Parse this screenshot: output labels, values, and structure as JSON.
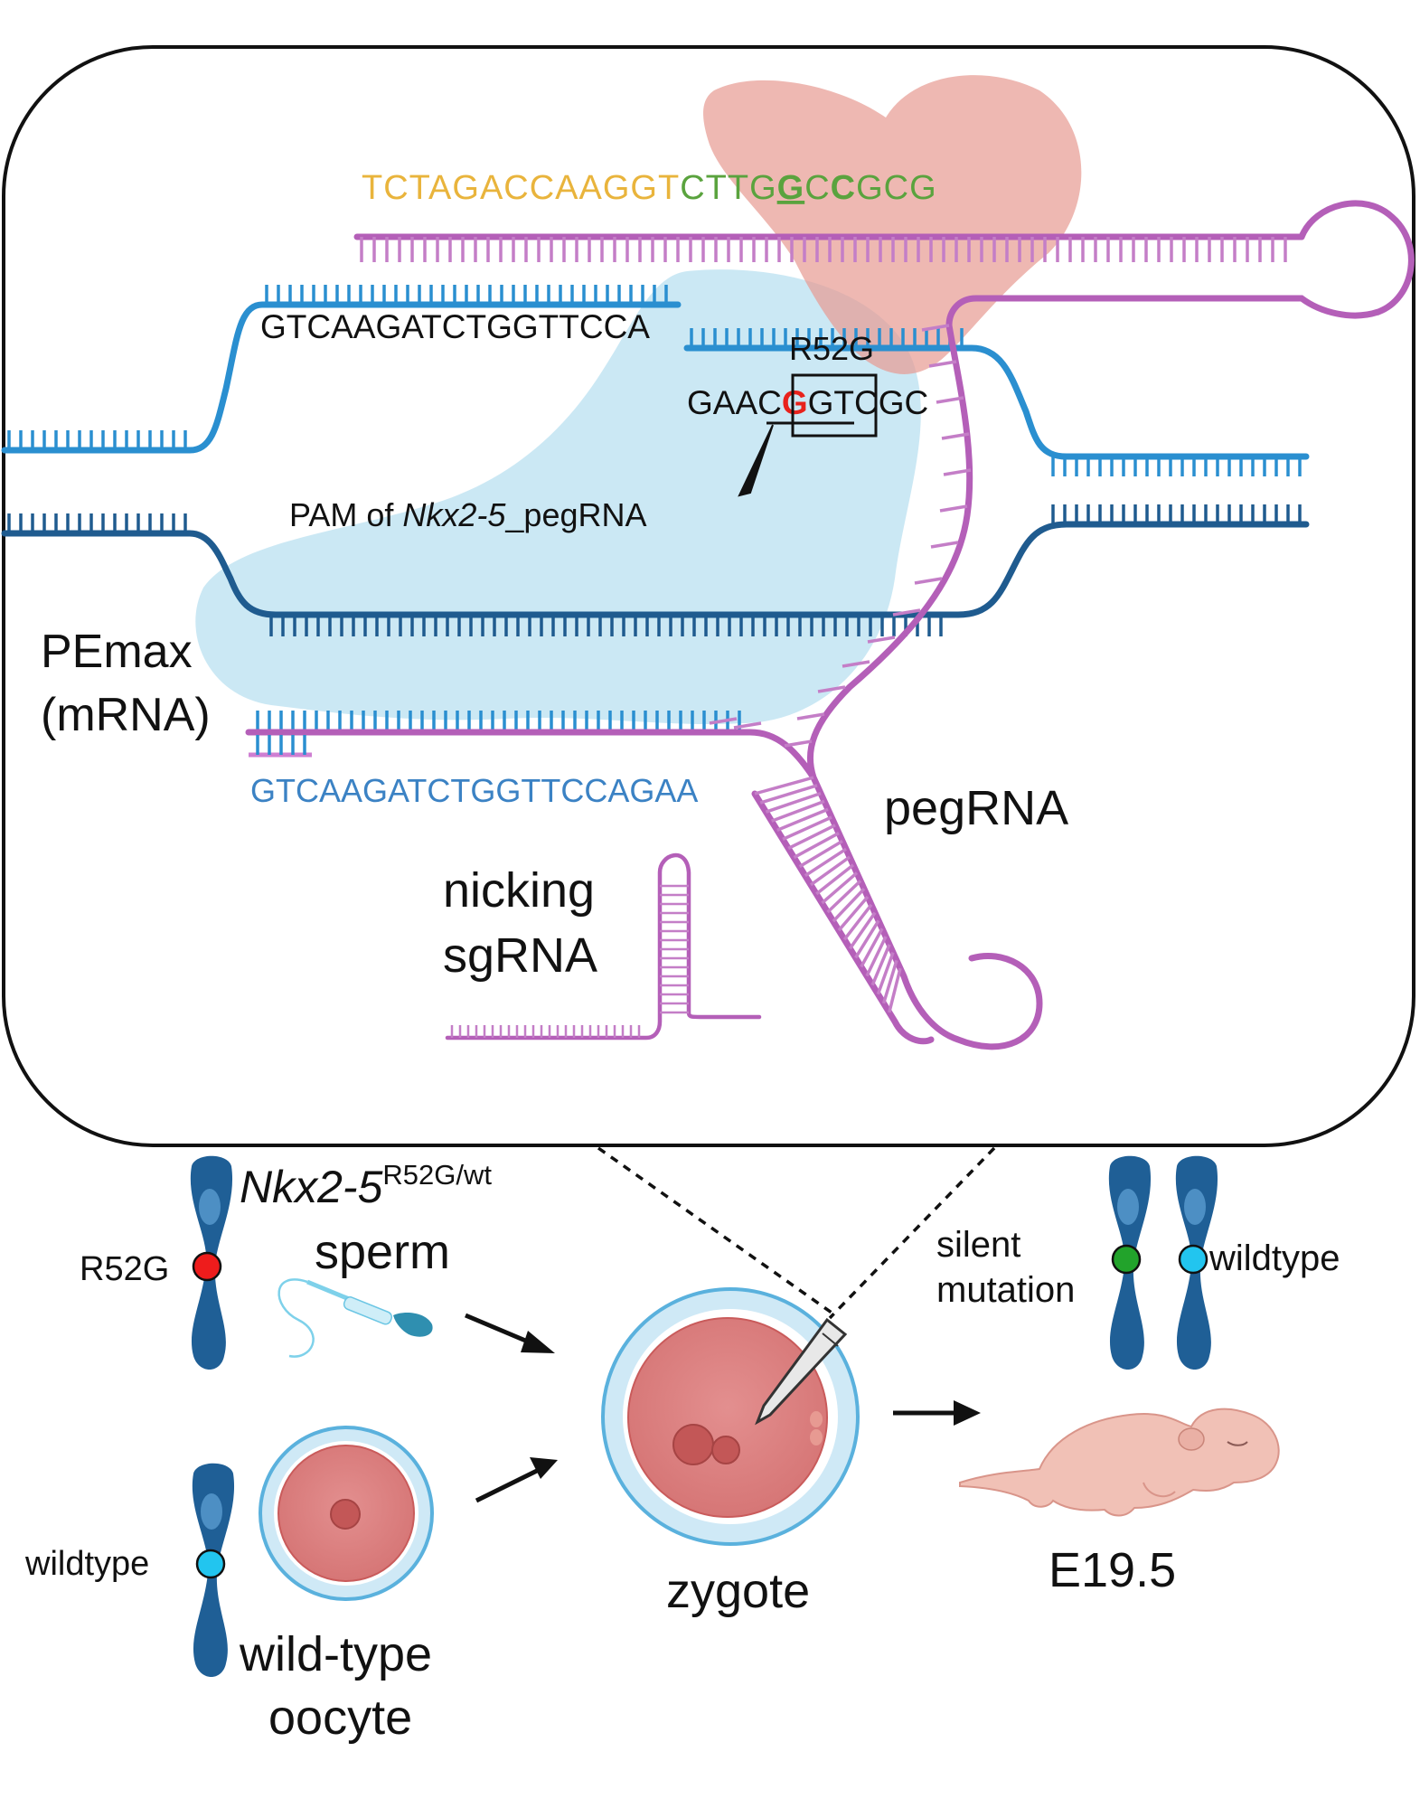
{
  "pegrna_template_seq": {
    "part_orange": "TCTAGACCAAGGT",
    "part_green_1": "CTTG",
    "part_green_bold_1": "G",
    "part_green_2": "C",
    "part_green_bold_2": "C",
    "part_green_3": "GCG"
  },
  "target_top_seq": "GTCAAGATCTGGTTCCA",
  "edit_label": "R52G",
  "edit_seq": {
    "before": "GAAC",
    "edit": "G",
    "after": "GTCGC"
  },
  "pam_label": {
    "prefix": "PAM of ",
    "gene": "Nkx2-5",
    "suffix": "_pegRNA"
  },
  "pemax_label": [
    "PEmax",
    "(mRNA)"
  ],
  "nicking_target_seq": "GTCAAGATCTGGTTCCAGAA",
  "pegrna_label": "pegRNA",
  "nicking_label": [
    "nicking",
    "sgRNA"
  ],
  "sperm_genotype": {
    "gene": "Nkx2-5",
    "superscript": "R52G/wt"
  },
  "sperm_label": "sperm",
  "r52g_allele_label": "R52G",
  "wildtype_allele_label": "wildtype",
  "oocyte_label": [
    "wild-type",
    "oocyte"
  ],
  "zygote_label": "zygote",
  "silent_label": [
    "silent",
    "mutation"
  ],
  "offspring_wildtype_label": "wildtype",
  "stage_label": "E19.5",
  "colors": {
    "orange_seq": "#e9b43c",
    "green_seq": "#5aa33e",
    "edit_red": "#e8221c",
    "dna_light_blue": "#2a8fd0",
    "dna_dark_blue": "#1f5b8f",
    "rna_magenta": "#b45fb8",
    "cas9_blue": "#a9d8ec",
    "rt_pink": "#e79a92",
    "nick_seq_blue": "#3b82c4",
    "chromosome": "#1f5f96",
    "allele_red": "#ee1c1c",
    "allele_green": "#22a32b",
    "allele_cyan": "#22c5ef"
  }
}
